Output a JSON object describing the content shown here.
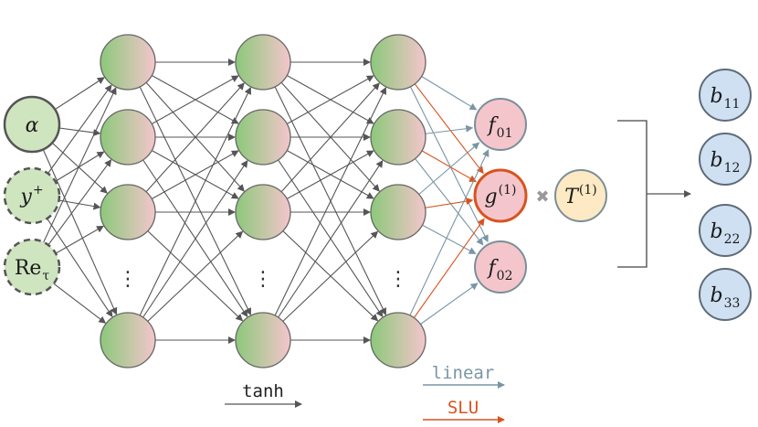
{
  "inputs": [
    {
      "base": "α",
      "sub": "",
      "sup": "",
      "italic": true,
      "dashed": false
    },
    {
      "base": "y",
      "sub": "",
      "sup": "+",
      "italic": true,
      "dashed": true
    },
    {
      "base": "Re",
      "sub": "τ",
      "sup": "",
      "italic": false,
      "dashed": true
    }
  ],
  "outputs": [
    {
      "base": "f",
      "sub": "01",
      "sup": ""
    },
    {
      "base": "g",
      "sub": "",
      "sup": "(1)"
    },
    {
      "base": "f",
      "sub": "02",
      "sup": ""
    }
  ],
  "tensor_basis": {
    "base": "T",
    "sup": "(1)"
  },
  "multiply_symbol": "✖",
  "results": [
    {
      "base": "b",
      "sub": "11"
    },
    {
      "base": "b",
      "sub": "12"
    },
    {
      "base": "b",
      "sub": "22"
    },
    {
      "base": "b",
      "sub": "33"
    }
  ],
  "hidden_dots": "⋮",
  "activations": {
    "hidden": "tanh",
    "linear": "linear",
    "slu": "SLU"
  },
  "colors": {
    "hidden_from": "#8cc87a",
    "hidden_to": "#f4c6cc",
    "input_fill": "#cfe5c0",
    "input_stroke": "#555555",
    "output_fill": "#f4c6cc",
    "output_stroke": "#7a8f99",
    "g_stroke": "#d9531e",
    "tensor_fill": "#fde9c3",
    "result_fill": "#cfe0f2",
    "result_stroke": "#5e6b78",
    "linear_color": "#7a96a4",
    "slu_color": "#d9531e",
    "edge_color": "#555555",
    "times_color": "#999999"
  }
}
